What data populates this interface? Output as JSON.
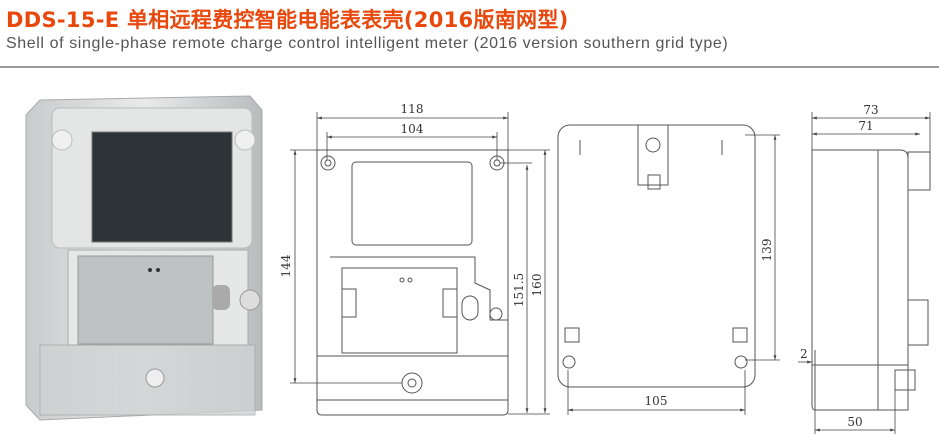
{
  "header": {
    "title": "DDS-15-E 单相远程费控智能电能表表壳(2016版南网型)",
    "subtitle": "Shell of single-phase remote charge control intelligent meter (2016 version southern grid type)"
  },
  "colors": {
    "title": "#e8480c",
    "subtitle": "#555555",
    "lines": "#555555"
  },
  "front_view": {
    "dims": {
      "overall_width": "118",
      "hole_spacing": "104",
      "hole_height": "144",
      "height_inner": "151.5",
      "overall_height": "160"
    }
  },
  "back_view": {
    "dims": {
      "height": "139",
      "width": "105"
    }
  },
  "side_view": {
    "dims": {
      "depth_overall": "73",
      "depth": "71",
      "offset": "2",
      "base": "50"
    }
  }
}
